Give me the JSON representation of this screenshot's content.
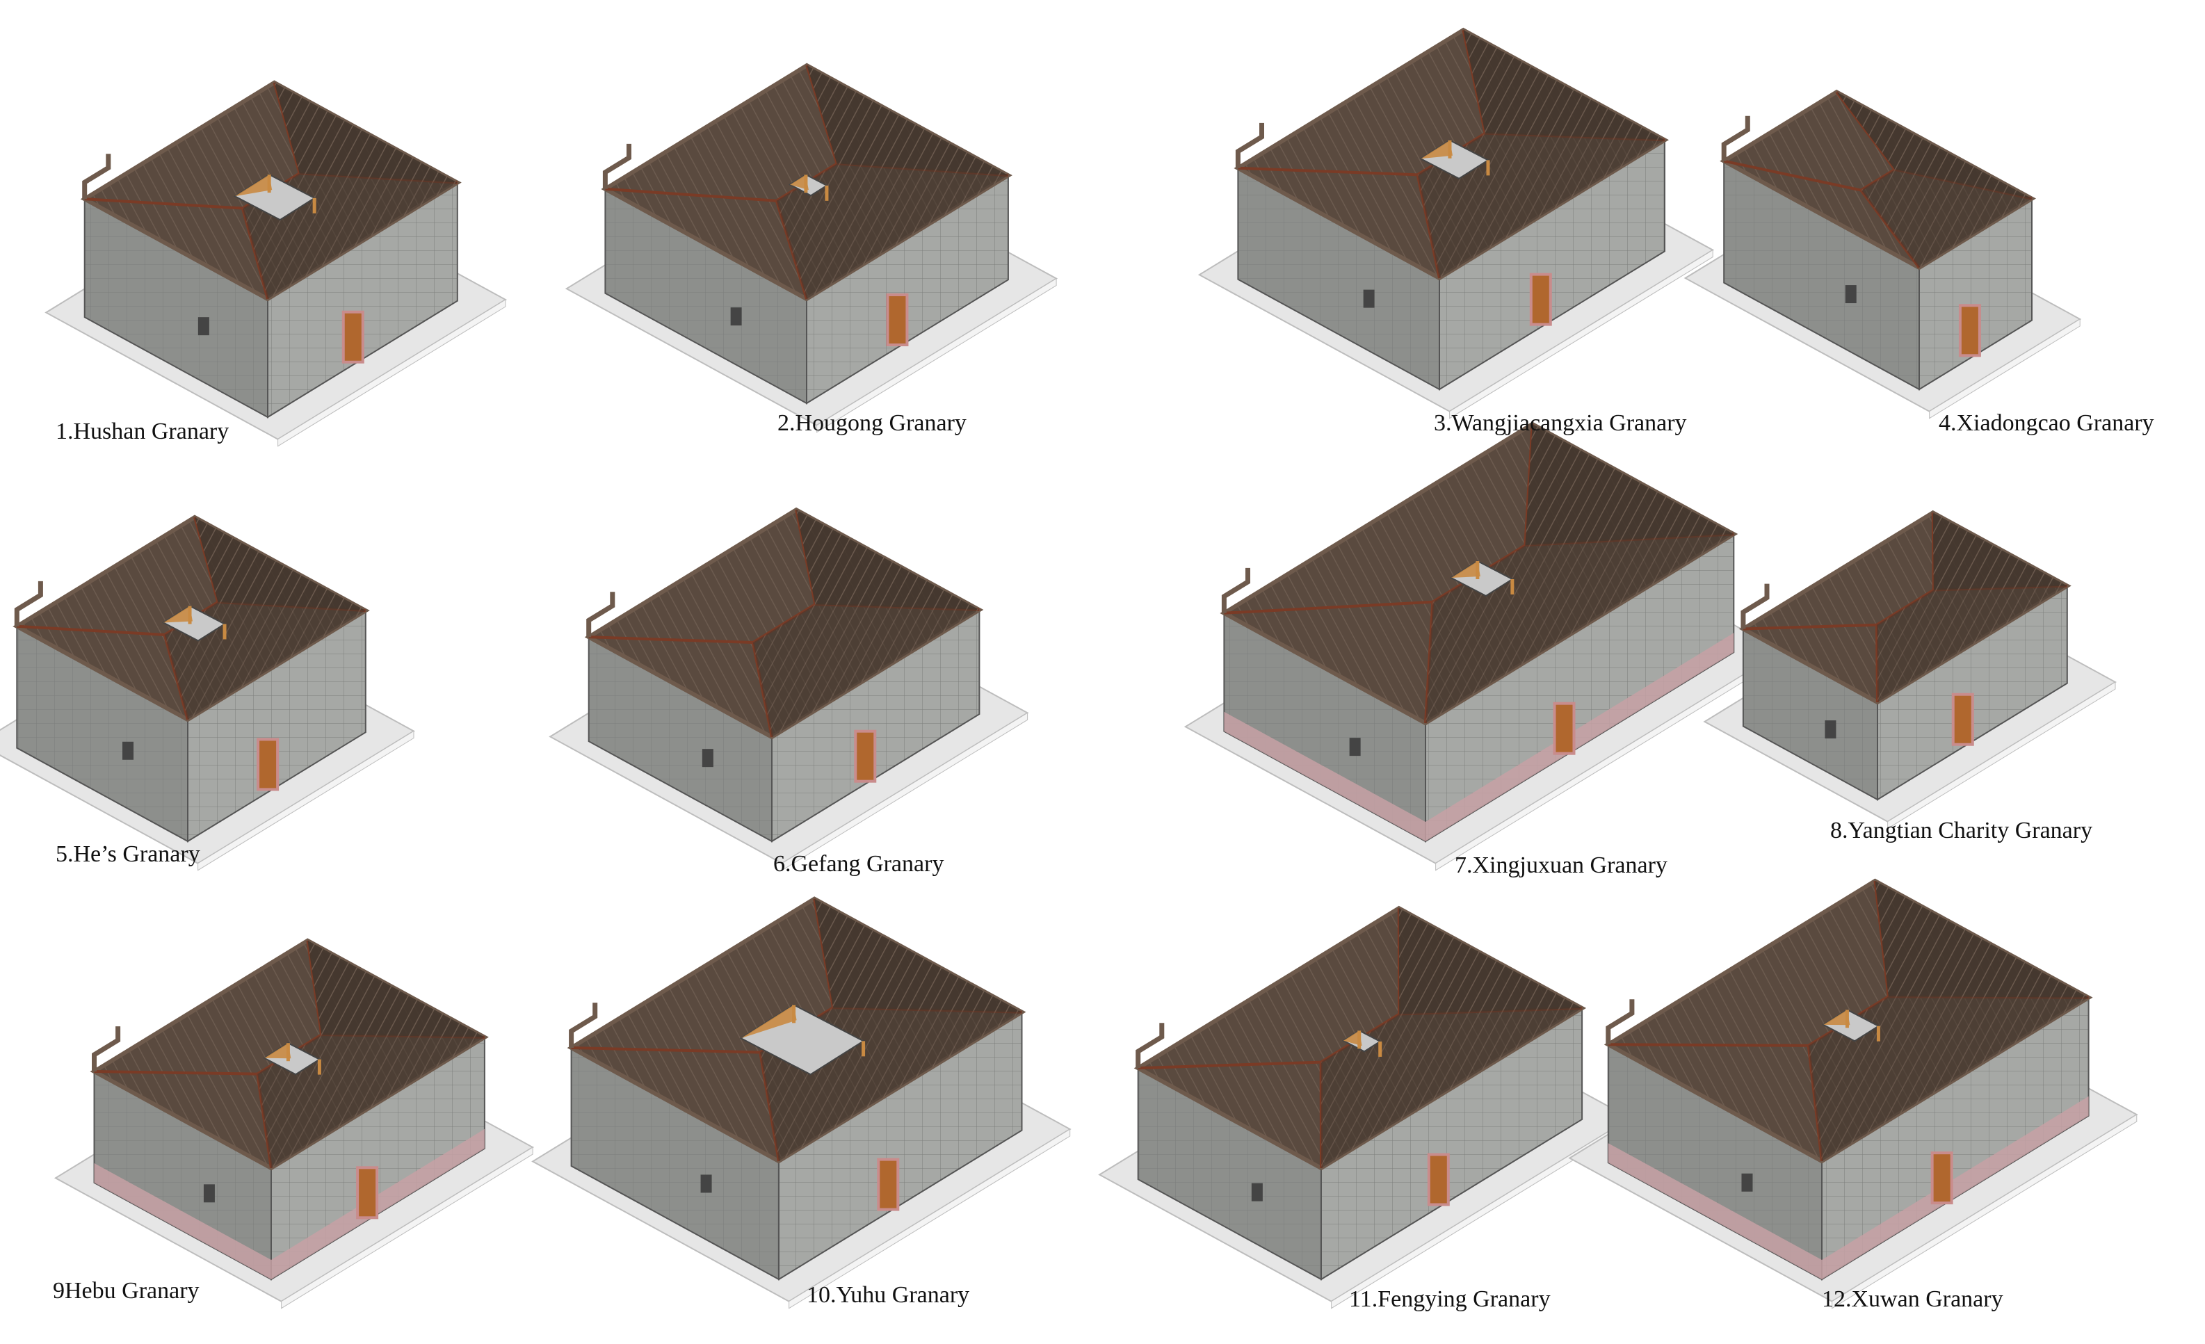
{
  "colors": {
    "ground": "#e6e6e6",
    "ground_edge": "#bdbdbd",
    "wall_left": "#8d8f8c",
    "wall_right": "#a6a8a5",
    "wall_grid": "#7c7e7b",
    "roof": "#5a4a3f",
    "roof_dark": "#43362d",
    "roof_tile": "#6c5b4f",
    "ridge": "#7a3b26",
    "parapet_top": "#6e5a4c",
    "door": "#b0672e",
    "door_frame": "#c98c8c",
    "courtyard": "#c9c9c9",
    "timber": "#c98a42",
    "plinth": "#c7a1a5"
  },
  "granaries": [
    {
      "label": "1.Hushan Granary"
    },
    {
      "label": "2.Hougong Granary"
    },
    {
      "label": "3.Wangjiacangxia Granary"
    },
    {
      "label": "4.Xiadongcao Granary"
    },
    {
      "label": "5.He’s Granary"
    },
    {
      "label": "6.Gefang Granary"
    },
    {
      "label": "7.Xingjuxuan Granary"
    },
    {
      "label": "8.Yangtian Charity Granary"
    },
    {
      "label": "9Hebu Granary"
    },
    {
      "label": "10.Yuhu Granary"
    },
    {
      "label": "11.Fengying Granary"
    },
    {
      "label": "12.Xuwan Granary"
    }
  ]
}
